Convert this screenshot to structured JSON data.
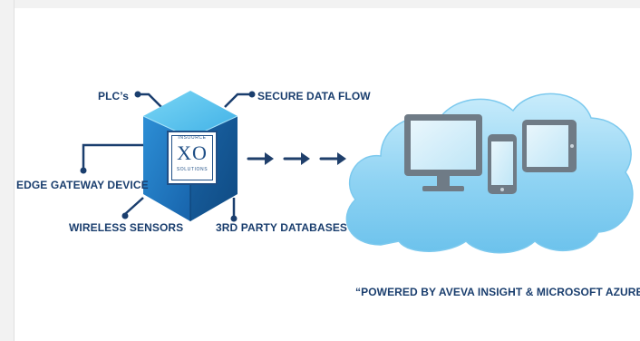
{
  "labels": {
    "plc": "PLC’s",
    "secure": "SECURE DATA FLOW",
    "edge": "EDGE GATEWAY DEVICE",
    "wireless": "WIRELESS SENSORS",
    "third_party": "3RD PARTY DATABASES"
  },
  "logo": {
    "top": "INSOURCE",
    "main": "XO",
    "bottom": "SOLUTIONS"
  },
  "footer": "“POWERED BY AVEVA INSIGHT & MICROSOFT AZURE”",
  "colors": {
    "label": "#1a3e6e",
    "cube_front": "#1d6fb8",
    "cube_top": "#5cc6ef",
    "cube_side": "#155a9a",
    "cloud": "#9fd9f4",
    "device": "#6f7b86",
    "arrow": "#1f3f6b"
  },
  "icons": [
    "cube-icon",
    "cloud-icon",
    "monitor-icon",
    "phone-icon",
    "tablet-icon",
    "arrow-icon"
  ]
}
